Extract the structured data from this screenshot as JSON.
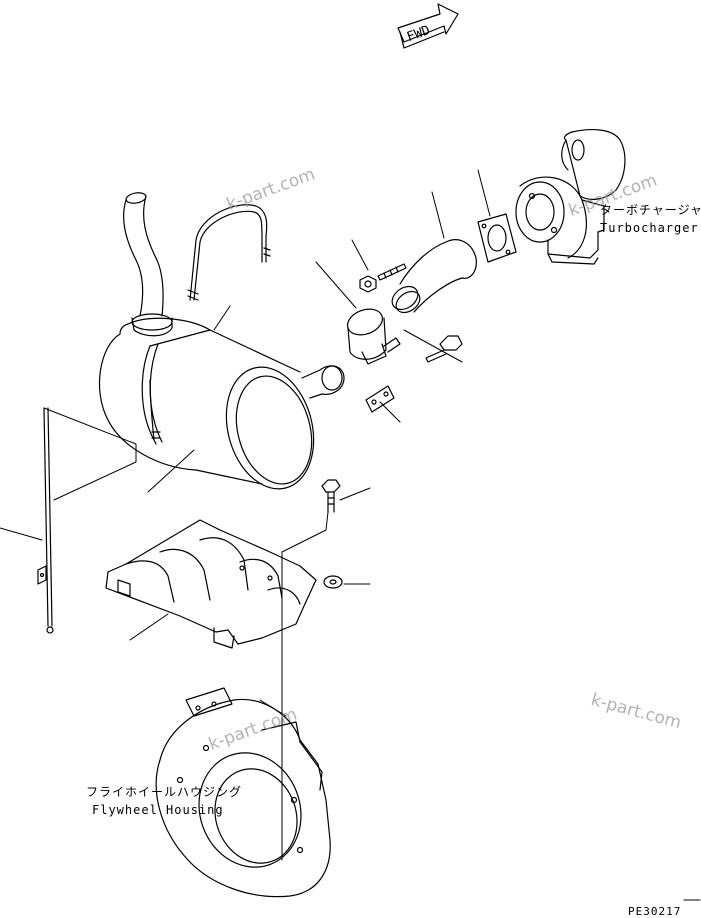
{
  "labels": {
    "fwd": "FWD",
    "turbo_jp": "ターボチャージャ",
    "turbo_en": "Turbocharger",
    "flywheel_jp": "フライホイールハウジング",
    "flywheel_en": "Flywheel Housing",
    "drawing_no": "PE30217"
  },
  "watermarks": [
    "k-part.com",
    "k-part.com",
    "k-part.com",
    "k-part.com"
  ],
  "colors": {
    "line": "#000000",
    "watermark": "#9a9a9a",
    "background": "#ffffff"
  }
}
